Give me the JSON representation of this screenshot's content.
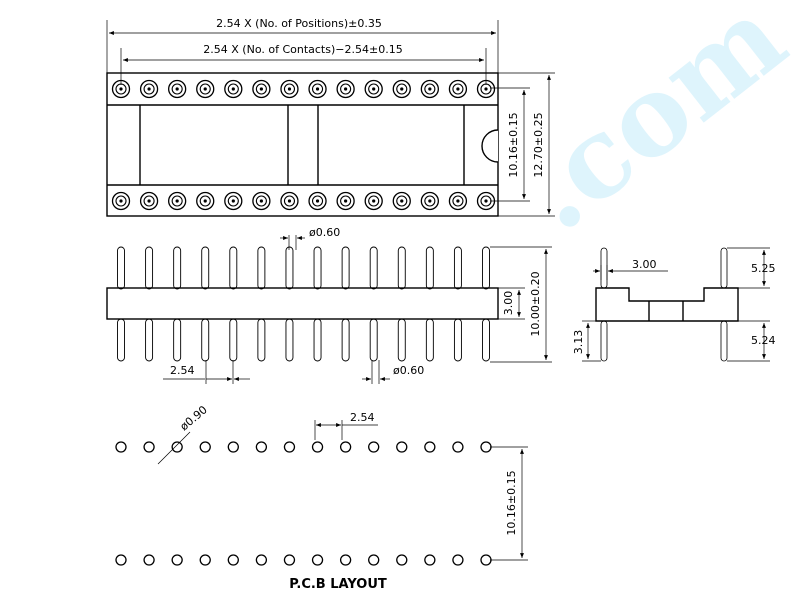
{
  "dims": {
    "positions_pitch": "2.54 X (No. of Positions)±0.35",
    "contacts_pitch": "2.54 X (No. of Contacts)−2.54±0.15",
    "row_spacing": "10.16±0.15",
    "body_width": "12.70±0.25",
    "pin_dia_top": "ø0.60",
    "body_height": "3.00",
    "overall_height": "10.00±0.20",
    "pitch": "2.54",
    "pin_dia_bottom": "ø0.60",
    "side_width": "3.00",
    "side_top": "5.25",
    "side_bottom": "5.24",
    "side_left": "3.13",
    "pcb_hole": "ø0.90",
    "pcb_pitch": "2.54",
    "pcb_row_spacing": "10.16±0.15"
  },
  "layout_title": "P.C.B LAYOUT",
  "watermark": ".com",
  "pins_per_row": 14,
  "colors": {
    "line": "#000000",
    "watermark": "#6fd0f2"
  }
}
